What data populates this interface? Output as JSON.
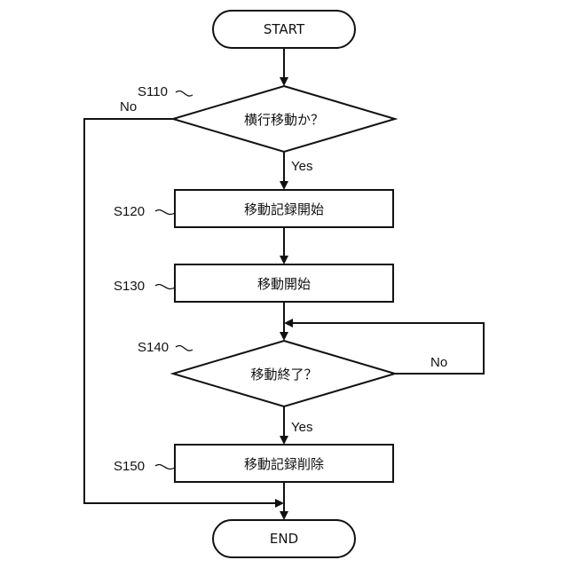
{
  "nodes": {
    "start": "START",
    "s110": "横行移動か？",
    "s120": "移動記録開始",
    "s130": "移動開始",
    "s140": "移動終了？",
    "s150": "移動記録削除",
    "end": "END"
  },
  "step_labels": {
    "s110": "S110",
    "s120": "S120",
    "s130": "S130",
    "s140": "S140",
    "s150": "S150"
  },
  "branches": {
    "s110_yes": "Yes",
    "s110_no": "No",
    "s140_yes": "Yes",
    "s140_no": "No"
  }
}
